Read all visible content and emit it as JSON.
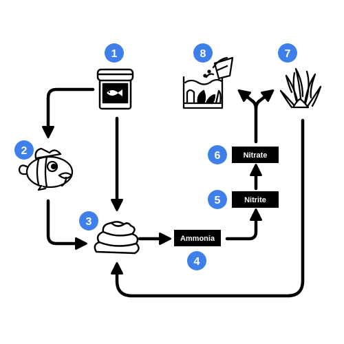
{
  "colors": {
    "badge": "#3f7fe9",
    "ink": "#000000",
    "paper": "#ffffff"
  },
  "steps": [
    {
      "number": "1",
      "icon": "fish-food-jar-icon"
    },
    {
      "number": "2",
      "icon": "fish-icon"
    },
    {
      "number": "3",
      "icon": "waste-pile-icon"
    },
    {
      "number": "4",
      "label": "Ammonia"
    },
    {
      "number": "5",
      "label": "Nitrite"
    },
    {
      "number": "6",
      "label": "Nitrate"
    },
    {
      "number": "7",
      "icon": "aquatic-plant-icon"
    },
    {
      "number": "8",
      "icon": "water-change-bucket-icon"
    }
  ]
}
